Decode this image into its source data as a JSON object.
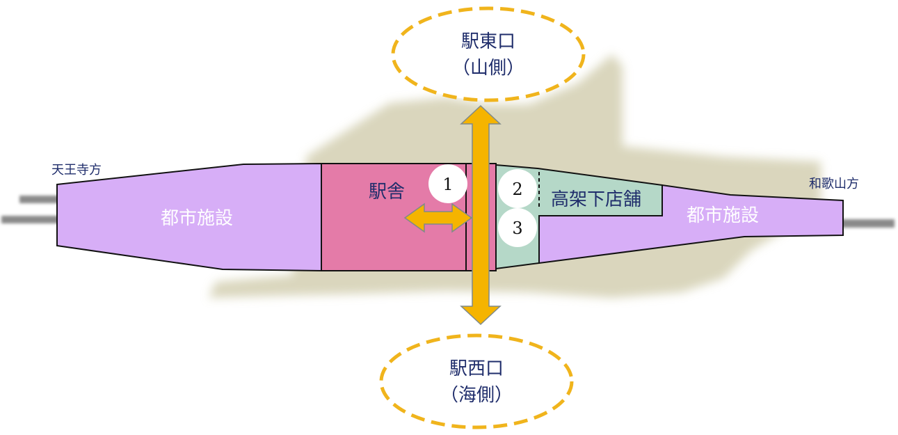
{
  "labels": {
    "east_exit_line1": "駅東口",
    "east_exit_line2": "（山側）",
    "west_exit_line1": "駅西口",
    "west_exit_line2": "（海側）",
    "tennoji_direction": "天王寺方",
    "wakayama_direction": "和歌山方",
    "urban_facility_left": "都市施設",
    "urban_facility_right": "都市施設",
    "station_building": "駅舎",
    "elevated_shops": "高架下店舗",
    "marker_1": "1",
    "marker_2": "2",
    "marker_3": "3"
  },
  "colors": {
    "urban_facility": "#d7aef7",
    "station_building": "#e47ba8",
    "elevated_shops": "#b5d8c8",
    "arrow": "#f5b400",
    "exit_outline": "#f0b41c",
    "shadow": "#d6d2b6",
    "track": "#8a8a8a",
    "label_text": "#1f2d6b"
  }
}
